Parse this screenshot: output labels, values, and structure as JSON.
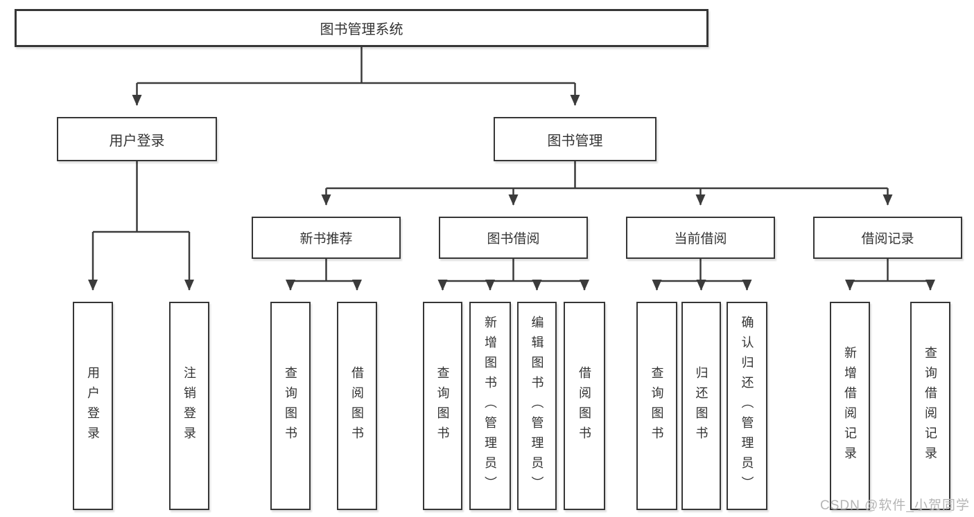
{
  "diagram": {
    "root": {
      "label": "图书管理系统"
    },
    "level1": [
      {
        "label": "用户登录"
      },
      {
        "label": "图书管理"
      }
    ],
    "user_login_children": [
      "用户登录",
      "注销登录"
    ],
    "modules": [
      {
        "label": "新书推荐",
        "children": [
          "查询图书",
          "借阅图书"
        ]
      },
      {
        "label": "图书借阅",
        "children": [
          "查询图书",
          "新增图书（管理员）",
          "编辑图书（管理员）",
          "借阅图书"
        ]
      },
      {
        "label": "当前借阅",
        "children": [
          "查询图书",
          "归还图书",
          "确认归还（管理员）"
        ]
      },
      {
        "label": "借阅记录",
        "children": [
          "新增借阅记录",
          "查询借阅记录"
        ]
      }
    ]
  },
  "watermark": {
    "text": "CSDN @软件_小贺同学"
  },
  "colors": {
    "line": "#3b3b3b",
    "border": "#363636",
    "text": "#333333",
    "watermark": "#b5b5b5",
    "background": "#ffffff"
  }
}
